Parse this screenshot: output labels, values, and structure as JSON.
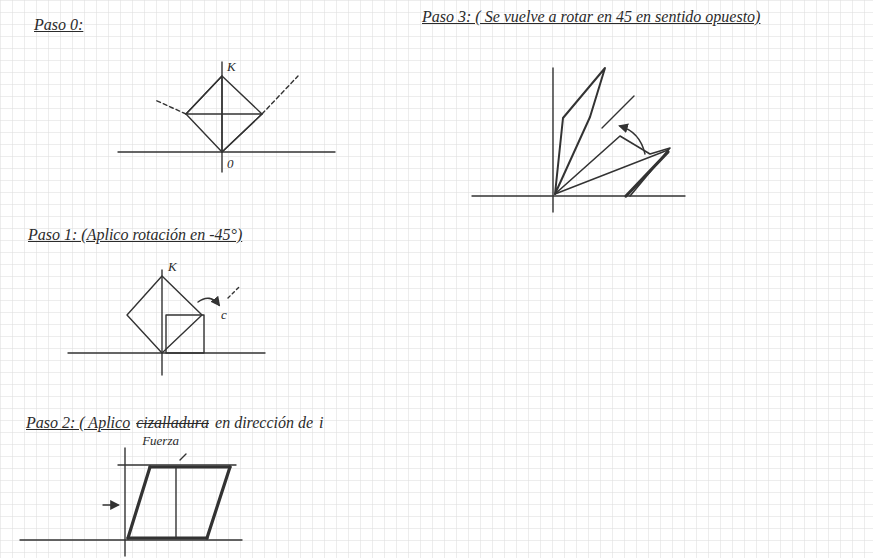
{
  "diagram": {
    "labels": [
      "Paso 0:",
      "K",
      "0",
      "Paso 1: (Aplico rotación en -45°)",
      "K",
      "c",
      "Paso 2: ( Aplico",
      "cizalladura",
      "Fuerza",
      "en dirección de",
      "i⃗",
      "Paso 3: ( Se vuelve a rotar en 45 en sentido opuesto)"
    ]
  }
}
